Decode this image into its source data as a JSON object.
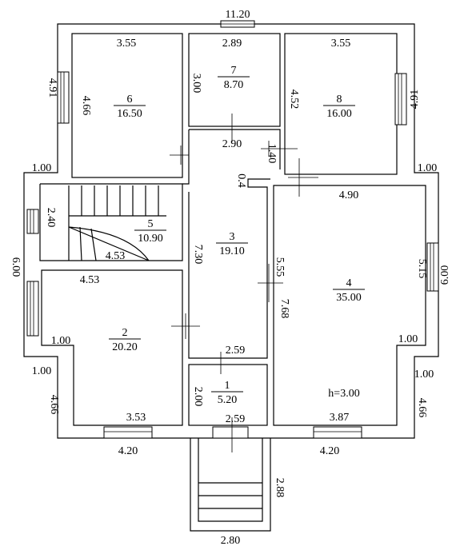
{
  "overall": {
    "top_width": "11.20",
    "bottom_entry_width": "2.80",
    "porch_depth": "2.88",
    "left_height": "6.00",
    "right_height": "6.00",
    "left_upper_height": "4.91",
    "right_upper_height": "4.91",
    "left_step": "1.00",
    "right_step": "1.00",
    "left_mid_step": "1.00",
    "right_mid_step": "1.00",
    "left_lower_height": "4.66",
    "right_lower_height": "4.66",
    "left_bottom_width": "4.20",
    "right_bottom_width": "4.20",
    "height_note": "h=3.00"
  },
  "rooms": [
    {
      "number": "1",
      "area": "5.20"
    },
    {
      "number": "2",
      "area": "20.20"
    },
    {
      "number": "3",
      "area": "19.10"
    },
    {
      "number": "4",
      "area": "35.00"
    },
    {
      "number": "5",
      "area": "10.90"
    },
    {
      "number": "6",
      "area": "16.50"
    },
    {
      "number": "7",
      "area": "8.70"
    },
    {
      "number": "8",
      "area": "16.00"
    }
  ],
  "dims": {
    "r6_width": "3.55",
    "r6_height": "4.66",
    "r7_width": "2.89",
    "r7_height": "3.00",
    "r8_width": "3.55",
    "r8_height": "4.52",
    "corridor_width": "2.90",
    "wc_opening": "1.40",
    "jog": "0.4",
    "r4_top": "4.90",
    "r4_left": "5.55",
    "r4_right": "5.15",
    "r4_corner": "1.00",
    "r4_bottom": "3.87",
    "hall_height": "7.30",
    "hall_lower": "7.68",
    "stair_height": "2.40",
    "stair_width": "4.53",
    "r2_top": "4.53",
    "r2_corner": "1.00",
    "r2_bottom": "3.53",
    "lobby_top": "2.59",
    "lobby_bottom": "2.59",
    "lobby_height": "2.00"
  }
}
